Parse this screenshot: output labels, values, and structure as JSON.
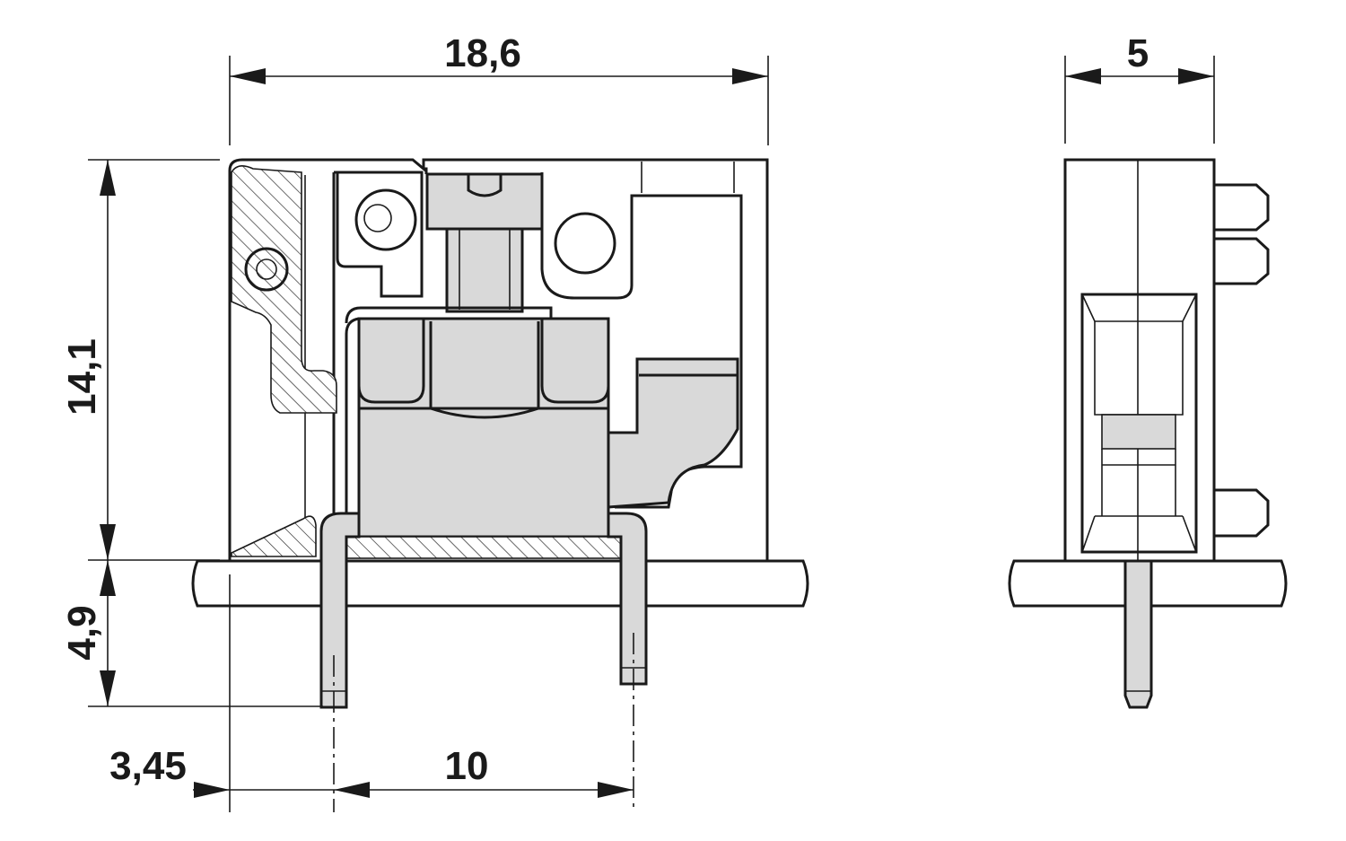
{
  "drawing": {
    "front_view": {
      "dimensions": {
        "width": "18,6",
        "height": "14,1",
        "pin_length": "4,9",
        "pin_offset": "3,45",
        "pitch": "10"
      }
    },
    "side_view": {
      "dimensions": {
        "width": "5"
      }
    }
  }
}
